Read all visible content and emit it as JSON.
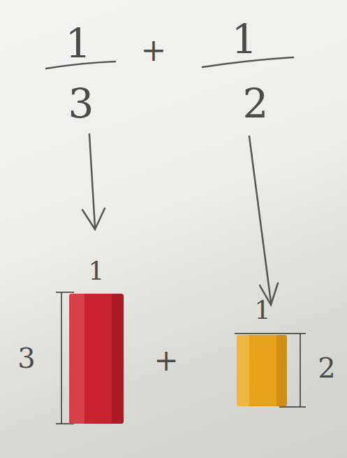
{
  "diagram": {
    "labels": [
      "1",
      "3",
      "+",
      "1",
      "2",
      "1",
      "3",
      "+",
      "1",
      "2"
    ]
  }
}
